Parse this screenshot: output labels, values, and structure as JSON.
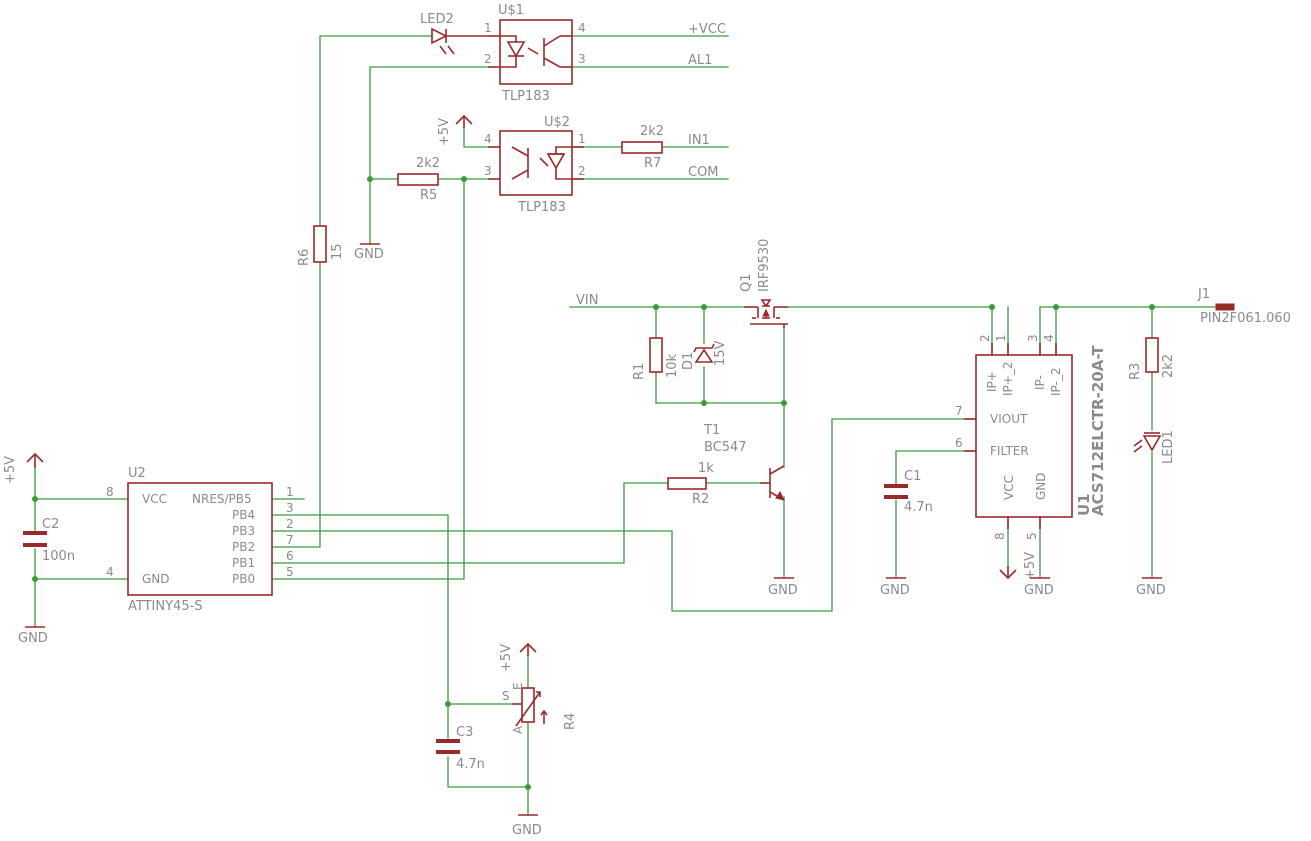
{
  "schematic": {
    "parts": {
      "u_s1": {
        "name": "U$1",
        "value": "TLP183",
        "pins": [
          "1",
          "2",
          "4",
          "3"
        ]
      },
      "u_s2": {
        "name": "U$2",
        "value": "TLP183",
        "pins": [
          "4",
          "3",
          "1",
          "2"
        ]
      },
      "led2": {
        "name": "LED2"
      },
      "r5": {
        "name": "R5",
        "value": "2k2"
      },
      "r6": {
        "name": "R6",
        "value": "15"
      },
      "r7": {
        "name": "R7",
        "value": "2k2"
      },
      "q1": {
        "name": "Q1",
        "value": "IRF9530"
      },
      "r1": {
        "name": "R1",
        "value": "10k"
      },
      "d1": {
        "name": "D1",
        "value": "15V"
      },
      "t1": {
        "name": "T1",
        "value": "BC547"
      },
      "r2": {
        "name": "R2",
        "value": "1k"
      },
      "c1": {
        "name": "C1",
        "value": "4.7n"
      },
      "u1": {
        "name": "U1",
        "value": "ACS712ELCTR-20A-T",
        "pins": [
          "2",
          "1",
          "3",
          "4",
          "7",
          "6",
          "8",
          "5"
        ],
        "pin_labels": [
          "IP+",
          "IP+_2",
          "IP-",
          "IP-_2",
          "VIOUT",
          "FILTER",
          "VCC",
          "GND"
        ]
      },
      "j1": {
        "name": "J1",
        "value": "PIN2F061.060"
      },
      "r3": {
        "name": "R3",
        "value": "2k2"
      },
      "led1": {
        "name": "LED1"
      },
      "u2": {
        "name": "U2",
        "value": "ATTINY45-S",
        "pin_labels": [
          "VCC",
          "GND",
          "NRES/PB5",
          "PB4",
          "PB3",
          "PB2",
          "PB1",
          "PB0"
        ],
        "pins": [
          "8",
          "4",
          "1",
          "3",
          "2",
          "7",
          "6",
          "5"
        ]
      },
      "c2": {
        "name": "C2",
        "value": "100n"
      },
      "c3": {
        "name": "C3",
        "value": "4.7n"
      },
      "r4": {
        "name": "R4",
        "pin_labels": [
          "E",
          "S",
          "A"
        ]
      }
    },
    "nets": {
      "vcc_plus": "+VCC",
      "al1": "AL1",
      "in1": "IN1",
      "com": "COM",
      "vin": "VIN",
      "plus5v": "+5V",
      "gnd": "GND"
    }
  }
}
